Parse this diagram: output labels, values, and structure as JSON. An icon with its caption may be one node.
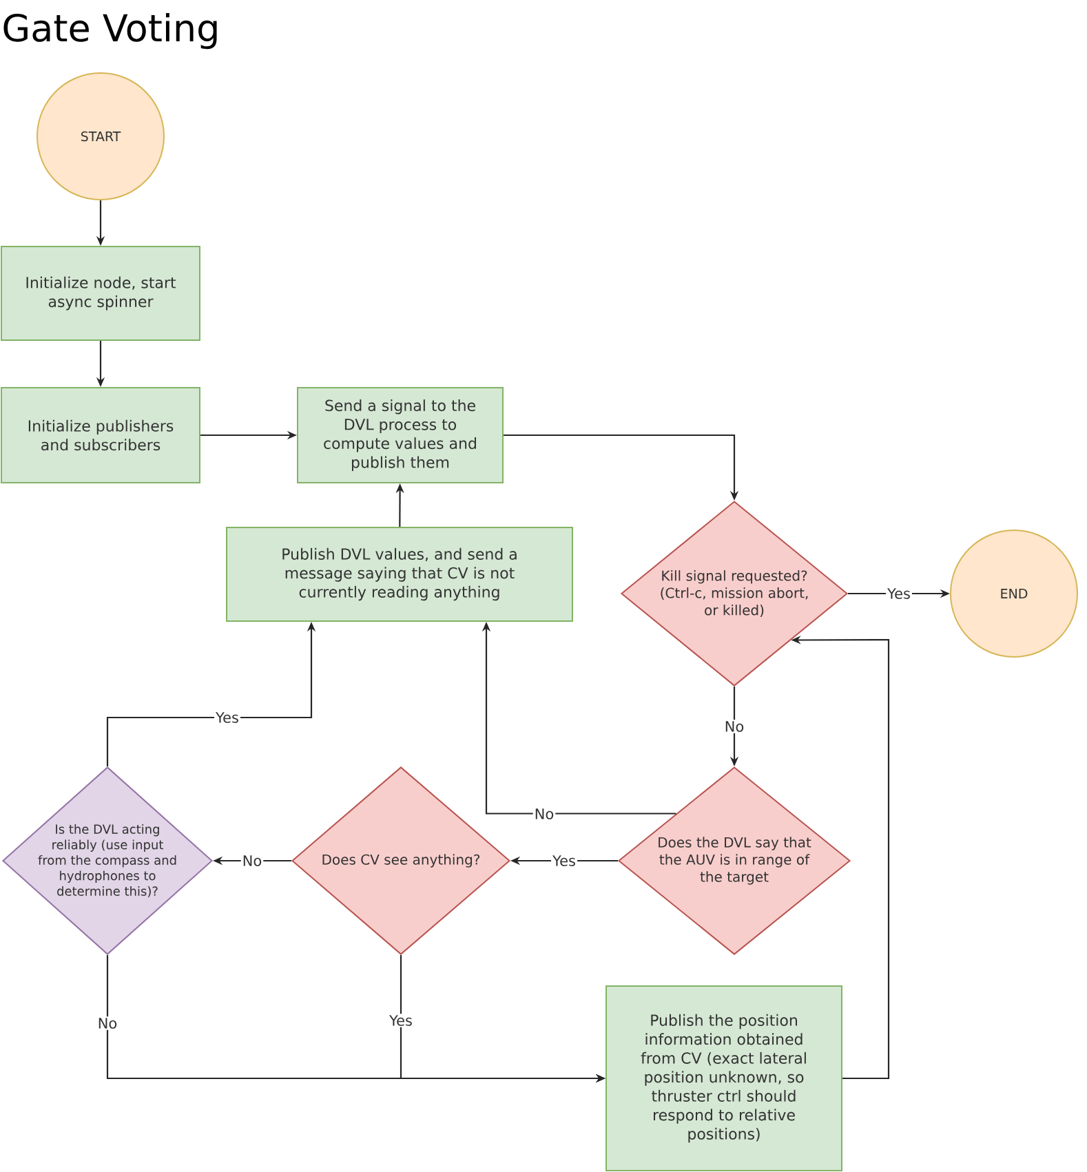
{
  "diagram": {
    "title": "Gate Voting",
    "nodes": [
      {
        "text": [
          "START"
        ]
      },
      {
        "text": [
          "Initialize node, start async spinner"
        ]
      },
      {
        "text": [
          "Initialize publishers and subscribers"
        ]
      },
      {
        "text": [
          "Send a signal to the DVL process to compute values and publish them"
        ]
      },
      {
        "text": [
          "Publish DVL values, and send a message saying that CV is not currently reading anything"
        ]
      },
      {
        "text": [
          "Kill signal requested? (Ctrl-c, mission abort, or killed)"
        ]
      },
      {
        "text": [
          "END"
        ]
      },
      {
        "text": [
          "Does the DVL say that the AUV is in range of the target"
        ]
      },
      {
        "text": [
          "Does CV see anything?"
        ]
      },
      {
        "text": [
          "Is the DVL acting reliably (use input from the compass and hydrophones to determine this)?"
        ]
      },
      {
        "text": [
          "Publish the position information obtained from CV (exact lateral position unknown, so thruster ctrl should respond to relative positions)"
        ]
      }
    ],
    "edges": [
      {
        "from": 0,
        "to": 1,
        "arrow": "to"
      },
      {
        "from": 1,
        "to": 2,
        "arrow": "to"
      },
      {
        "from": 2,
        "to": 3,
        "arrow": "to"
      },
      {
        "from": 3,
        "to": 5,
        "arrow": "to"
      },
      {
        "from": 4,
        "to": 3,
        "arrow": "to"
      },
      {
        "from": 5,
        "to": 6,
        "label": "Yes",
        "arrow": "to"
      },
      {
        "from": 5,
        "to": 7,
        "label": "No",
        "arrow": "to"
      },
      {
        "from": 7,
        "to": 4,
        "label": "No",
        "arrow": "to"
      },
      {
        "from": 7,
        "to": 8,
        "label": "Yes",
        "arrow": "to"
      },
      {
        "from": 8,
        "to": 9,
        "label": "No",
        "arrow": "to"
      },
      {
        "from": 9,
        "to": 4,
        "label": "Yes",
        "arrow": "to"
      },
      {
        "from": 9,
        "to": 10,
        "label": "No",
        "arrow": "to"
      },
      {
        "from": 8,
        "to": 10,
        "label": "Yes",
        "arrow": "to"
      },
      {
        "from": 10,
        "to": 5,
        "arrow": "to"
      }
    ]
  }
}
